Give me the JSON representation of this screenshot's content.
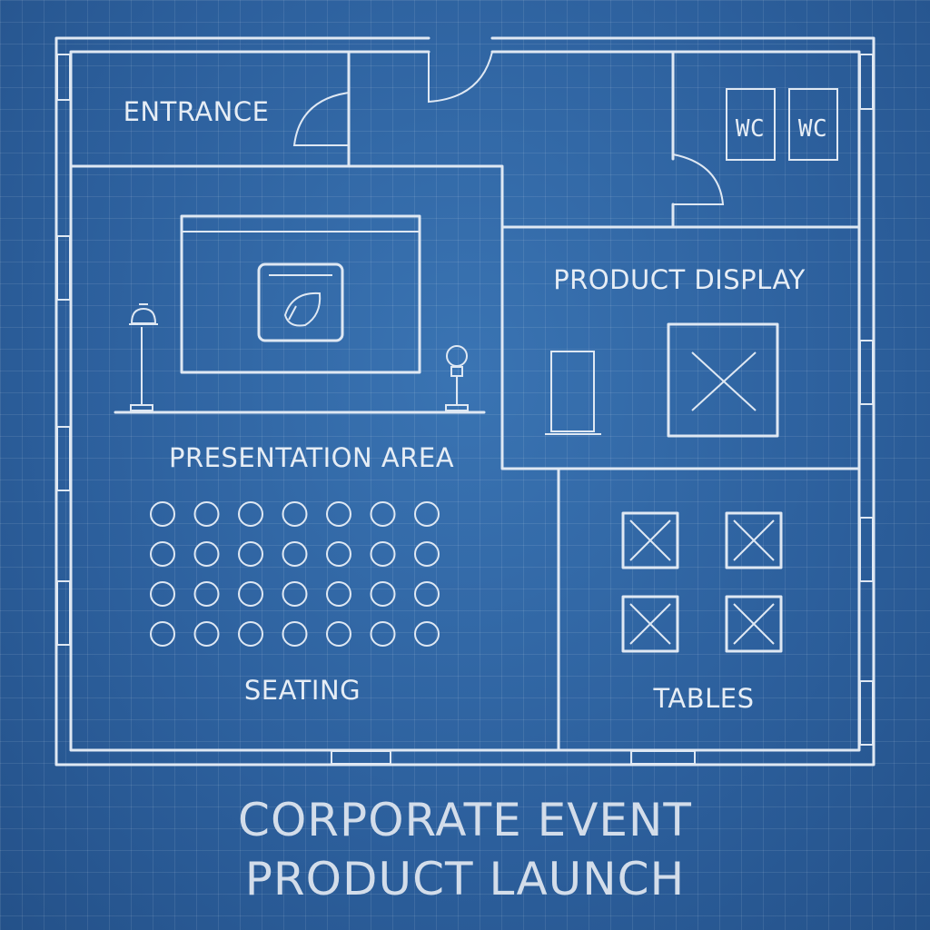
{
  "rooms": {
    "entrance": "ENTRANCE",
    "wc_left": "WC",
    "wc_right": "WC",
    "product_display": "PRODUCT DISPLAY",
    "presentation_area": "PRESENTATION AREA",
    "seating": "SEATING",
    "tables": "TABLES"
  },
  "title": {
    "line1": "CORPORATE EVENT",
    "line2": "PRODUCT LAUNCH"
  },
  "seating": {
    "rows": 4,
    "columns": 7
  },
  "tables": {
    "count": 4
  },
  "icons": [
    "door-swing-icon",
    "projection-screen-icon",
    "spotlight-icon",
    "display-pedestal-icon",
    "display-case-icon",
    "table-icon",
    "chair-icon"
  ],
  "colors": {
    "background": "#2f65a2",
    "lines": "#dfe8f3"
  }
}
